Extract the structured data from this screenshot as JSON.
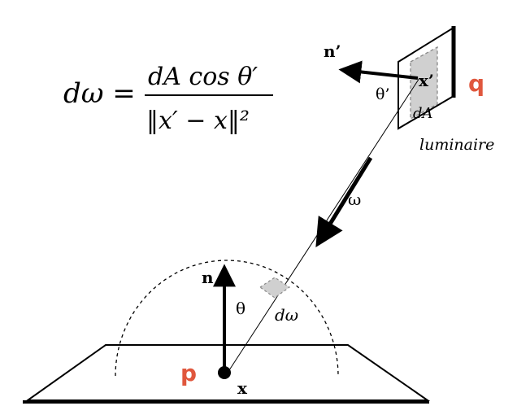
{
  "formula": {
    "lhs": "dω =",
    "numerator": "dA cos θ′",
    "denominator": "‖x′ − x‖²"
  },
  "labels": {
    "n_prime": "n’",
    "theta_prime": "θ’",
    "x_prime": "x’",
    "dA": "dA",
    "q": "q",
    "luminaire": "luminaire",
    "omega": "ω",
    "n": "n",
    "theta": "θ",
    "d_omega": "dω",
    "p": "p",
    "x": "x"
  },
  "colors": {
    "accent": "#e0573d",
    "ink": "#000000",
    "patch": "#d0d0d0"
  }
}
